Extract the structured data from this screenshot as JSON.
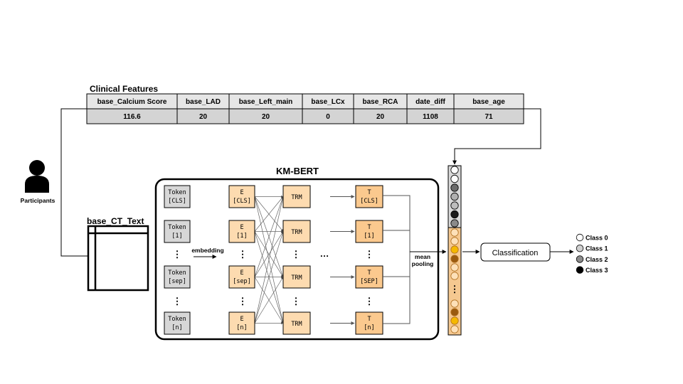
{
  "clinical": {
    "title": "Clinical Features",
    "headers": [
      "base_Calcium Score",
      "base_LAD",
      "base_Left_main",
      "base_LCx",
      "base_RCA",
      "date_diff",
      "base_age"
    ],
    "values": [
      "116.6",
      "20",
      "20",
      "0",
      "20",
      "1108",
      "71"
    ]
  },
  "participants_label": "Participants",
  "ct_text_label": "base_CT_Text",
  "model_title": "KM-BERT",
  "tokens": [
    [
      "Token",
      "[CLS]"
    ],
    [
      "Token",
      "[1]"
    ],
    [
      "Token",
      "[sep]"
    ],
    [
      "Token",
      "[n]"
    ]
  ],
  "embeddings": [
    [
      "E",
      "[CLS]"
    ],
    [
      "E",
      "[1]"
    ],
    [
      "E",
      "[sep]"
    ],
    [
      "E",
      "[n]"
    ]
  ],
  "trm_label": "TRM",
  "outputs": [
    [
      "T",
      "[CLS]"
    ],
    [
      "T",
      "[1]"
    ],
    [
      "T",
      "[SEP]"
    ],
    [
      "T",
      "[n]"
    ]
  ],
  "embedding_label": "embedding",
  "vdots": "⋮",
  "hdots": "…",
  "pooling_label": [
    "mean",
    "pooling"
  ],
  "classification_label": "Classification",
  "classes": [
    {
      "label": "Class 0",
      "color": "#ffffff"
    },
    {
      "label": "Class 1",
      "color": "#d0d0d0"
    },
    {
      "label": "Class 2",
      "color": "#8c8c8c"
    },
    {
      "label": "Class 3",
      "color": "#000000"
    }
  ],
  "vector": {
    "top": [
      "#ffffff",
      "#ffffff",
      "#6b6b6b",
      "#b0b0b0",
      "#bdbdbd",
      "#1a1a1a",
      "#8a8a8a"
    ],
    "bottom": [
      "#fde0b8",
      "#f5b800",
      "#9a5a0f",
      "#fde0b8",
      "#f5b800",
      "#fde0b8",
      "#9a5a0f",
      "#f5b800"
    ]
  },
  "colors": {
    "token_fill": "#d7d7d7",
    "embed_fill": "#fddbb0",
    "trm_fill": "#fddbb0",
    "out_fill": "#fbc98e",
    "table_head": "#e6e6e6",
    "table_val": "#d4d4d4",
    "top_vector_bg": "#d9d9d9",
    "bottom_vector_bg": "#f5c890"
  }
}
